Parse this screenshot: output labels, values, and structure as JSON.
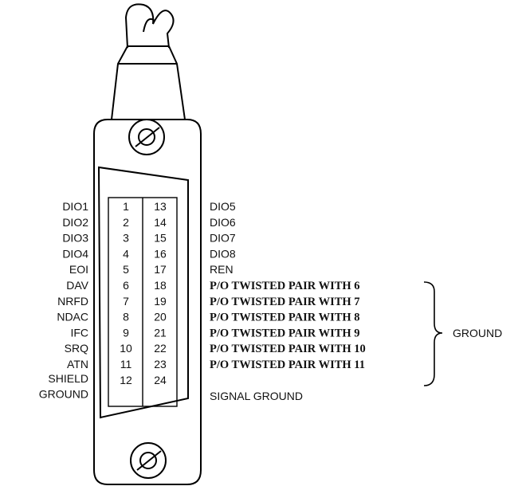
{
  "left_labels": [
    "DIO1",
    "DIO2",
    "DIO3",
    "DIO4",
    "EOI",
    "DAV",
    "NRFD",
    "NDAC",
    "IFC",
    "SRQ",
    "ATN",
    "SHIELD",
    "GROUND"
  ],
  "left_pins": [
    "1",
    "2",
    "3",
    "4",
    "5",
    "6",
    "7",
    "8",
    "9",
    "10",
    "11",
    "12"
  ],
  "right_pins": [
    "13",
    "14",
    "15",
    "16",
    "17",
    "18",
    "19",
    "20",
    "21",
    "22",
    "23",
    "24"
  ],
  "right_labels": [
    "DIO5",
    "DIO6",
    "DIO7",
    "DIO8",
    "REN"
  ],
  "twisted_pairs": [
    "P/O TWISTED PAIR WITH 6",
    "P/O TWISTED PAIR WITH 7",
    "P/O TWISTED PAIR WITH 8",
    "P/O TWISTED PAIR WITH 9",
    "P/O TWISTED PAIR WITH 10",
    "P/O TWISTED PAIR WITH 11"
  ],
  "signal_ground": "SIGNAL GROUND",
  "bracket_label": "GROUND"
}
